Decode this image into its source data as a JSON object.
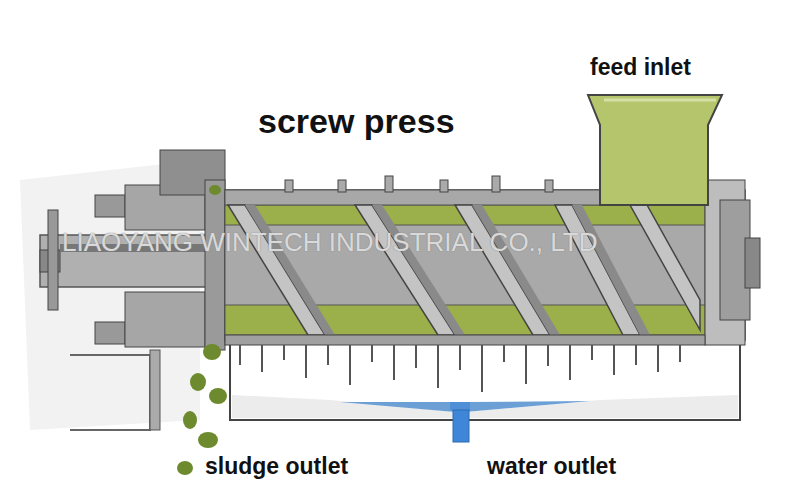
{
  "diagram": {
    "title": "screw press",
    "labels": [
      "feed inlet",
      "sludge outlet",
      "water outlet",
      "LIAOYANG WINTECH INDUSTRIAL CO., LTD"
    ]
  }
}
